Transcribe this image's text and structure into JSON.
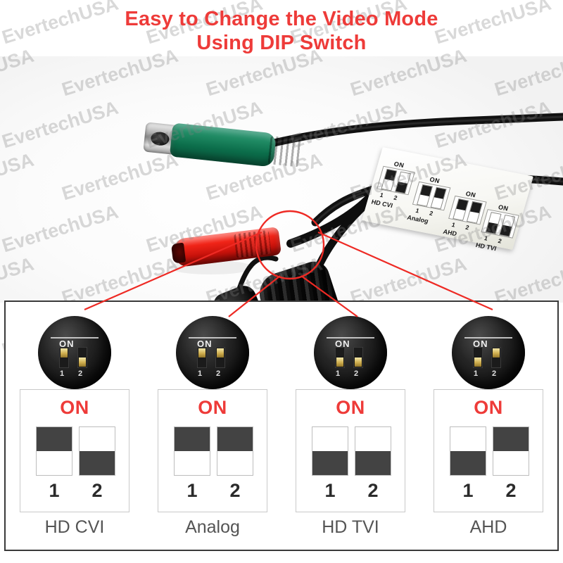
{
  "title": {
    "line1": "Easy to Change the Video Mode",
    "line2": "Using DIP Switch",
    "color": "#ee3b39"
  },
  "watermark": {
    "text": "EvertechUSA"
  },
  "photo": {
    "connectors": [
      {
        "name": "bnc-video-connector",
        "color": "#0c6e4b",
        "color_name": "green"
      },
      {
        "name": "dc-power-connector",
        "color": "#d4170d",
        "color_name": "red"
      },
      {
        "name": "dip-switch-housing",
        "color": "#101010",
        "color_name": "black"
      }
    ],
    "callout_color": "#ee2a24"
  },
  "sticker": {
    "groups": [
      {
        "label": "HD CVI",
        "on_label": "ON",
        "switches": [
          {
            "num": "1",
            "pos": "up"
          },
          {
            "num": "2",
            "pos": "down"
          }
        ]
      },
      {
        "label": "Analog",
        "on_label": "ON",
        "switches": [
          {
            "num": "1",
            "pos": "up"
          },
          {
            "num": "2",
            "pos": "up"
          }
        ]
      },
      {
        "label": "AHD",
        "on_label": "ON",
        "switches": [
          {
            "num": "1",
            "pos": "up"
          },
          {
            "num": "2",
            "pos": "up"
          }
        ]
      },
      {
        "label": "HD TVI",
        "on_label": "ON",
        "switches": [
          {
            "num": "1",
            "pos": "down"
          },
          {
            "num": "2",
            "pos": "down"
          }
        ]
      }
    ]
  },
  "panel": {
    "border_color": "#3a3a3a",
    "modes": [
      {
        "label": "HD CVI",
        "on_label": "ON",
        "switches": [
          {
            "num": "1",
            "pos": "up"
          },
          {
            "num": "2",
            "pos": "down"
          }
        ]
      },
      {
        "label": "Analog",
        "on_label": "ON",
        "switches": [
          {
            "num": "1",
            "pos": "up"
          },
          {
            "num": "2",
            "pos": "up"
          }
        ]
      },
      {
        "label": "HD TVI",
        "on_label": "ON",
        "switches": [
          {
            "num": "1",
            "pos": "down"
          },
          {
            "num": "2",
            "pos": "down"
          }
        ]
      },
      {
        "label": "AHD",
        "on_label": "ON",
        "switches": [
          {
            "num": "1",
            "pos": "down"
          },
          {
            "num": "2",
            "pos": "up"
          }
        ]
      }
    ]
  }
}
